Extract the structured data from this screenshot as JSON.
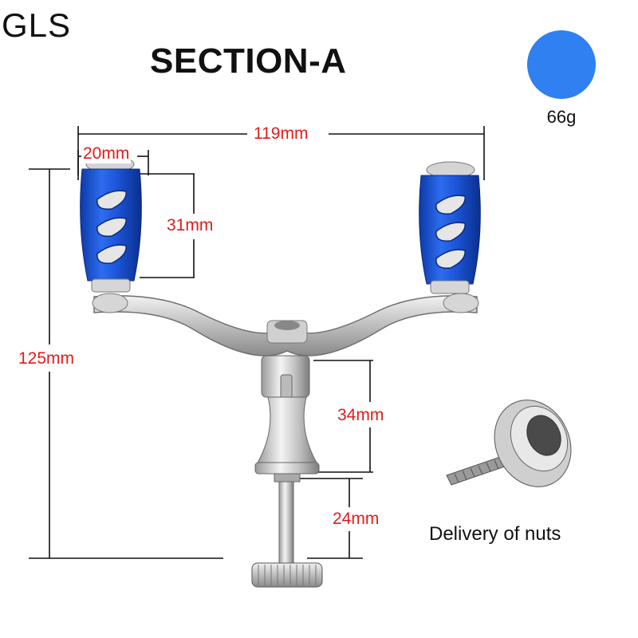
{
  "brand": "GLS",
  "title": "SECTION-A",
  "weight": {
    "label": "66g",
    "color": "#2f80f0"
  },
  "dimensions": {
    "width_total": "119mm",
    "knob_width": "20mm",
    "knob_height": "31mm",
    "total_height": "125mm",
    "stem_height": "34mm",
    "screw_length": "24mm"
  },
  "nut_caption": "Delivery of nuts",
  "colors": {
    "knob_blue": "#1f5fd6",
    "metal": "#c8c8c8",
    "dimension_text": "#e21b1b"
  }
}
